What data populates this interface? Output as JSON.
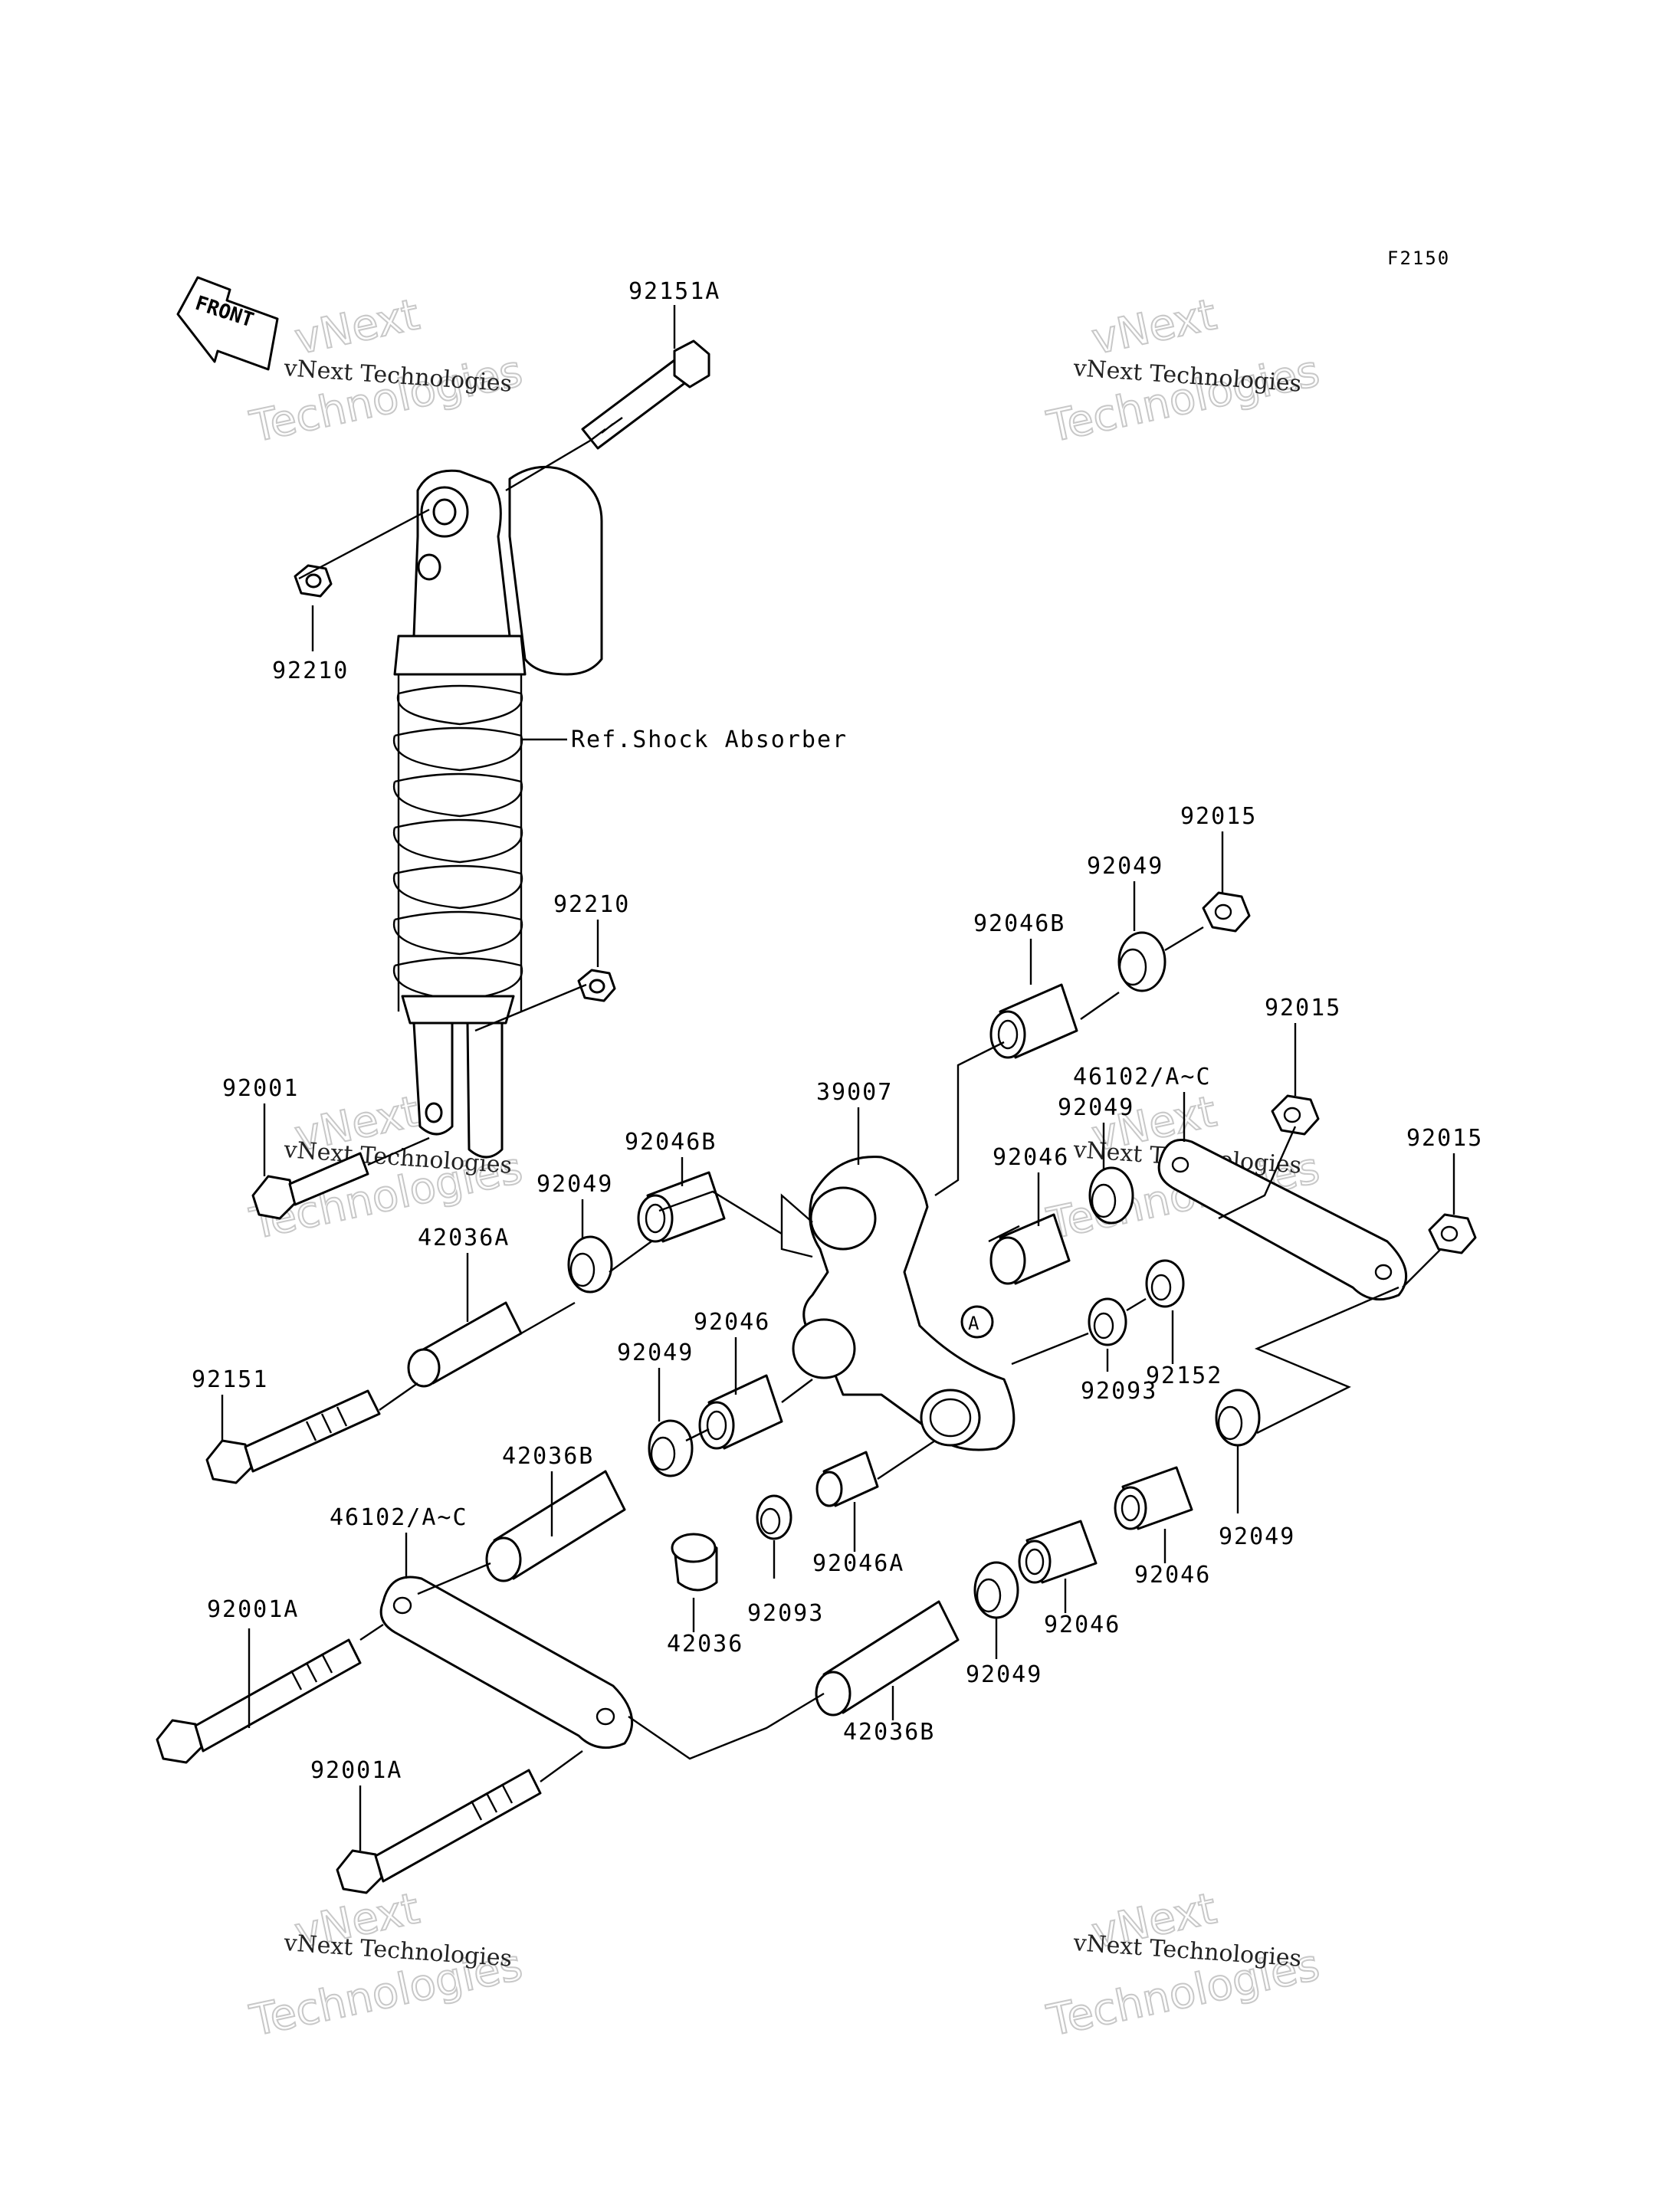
{
  "figure_id": "F2150",
  "front_label": "FRONT",
  "ref_label": "Ref.Shock Absorber",
  "circle_marker": "A",
  "watermark": {
    "line1": "vNext Technologies",
    "line2": "vNext",
    "line3": "Technologies"
  },
  "callouts": [
    "92151A",
    "92210",
    "92210",
    "92001",
    "92049",
    "92046B",
    "92015",
    "92015",
    "46102/A~C",
    "92049",
    "39007",
    "92046B",
    "92049",
    "92046",
    "92015",
    "42036A",
    "92046",
    "92049",
    "92093",
    "92152",
    "92151",
    "42036B",
    "46102/A~C",
    "92046A",
    "92093",
    "42036",
    "92049",
    "92046",
    "92046",
    "92049",
    "92001A",
    "92001A",
    "42036B"
  ],
  "colors": {
    "ink": "#000000",
    "paper": "#ffffff",
    "watermark": "#c8c8c8"
  }
}
